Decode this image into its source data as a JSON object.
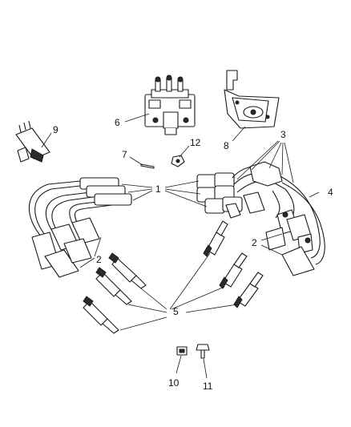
{
  "diagram": {
    "callouts": [
      {
        "id": "1",
        "label": "1"
      },
      {
        "id": "2a",
        "label": "2"
      },
      {
        "id": "2b",
        "label": "2"
      },
      {
        "id": "3",
        "label": "3"
      },
      {
        "id": "4",
        "label": "4"
      },
      {
        "id": "5",
        "label": "5"
      },
      {
        "id": "6",
        "label": "6"
      },
      {
        "id": "7",
        "label": "7"
      },
      {
        "id": "8",
        "label": "8"
      },
      {
        "id": "9",
        "label": "9"
      },
      {
        "id": "10",
        "label": "10"
      },
      {
        "id": "11",
        "label": "11"
      },
      {
        "id": "12",
        "label": "12"
      }
    ]
  }
}
